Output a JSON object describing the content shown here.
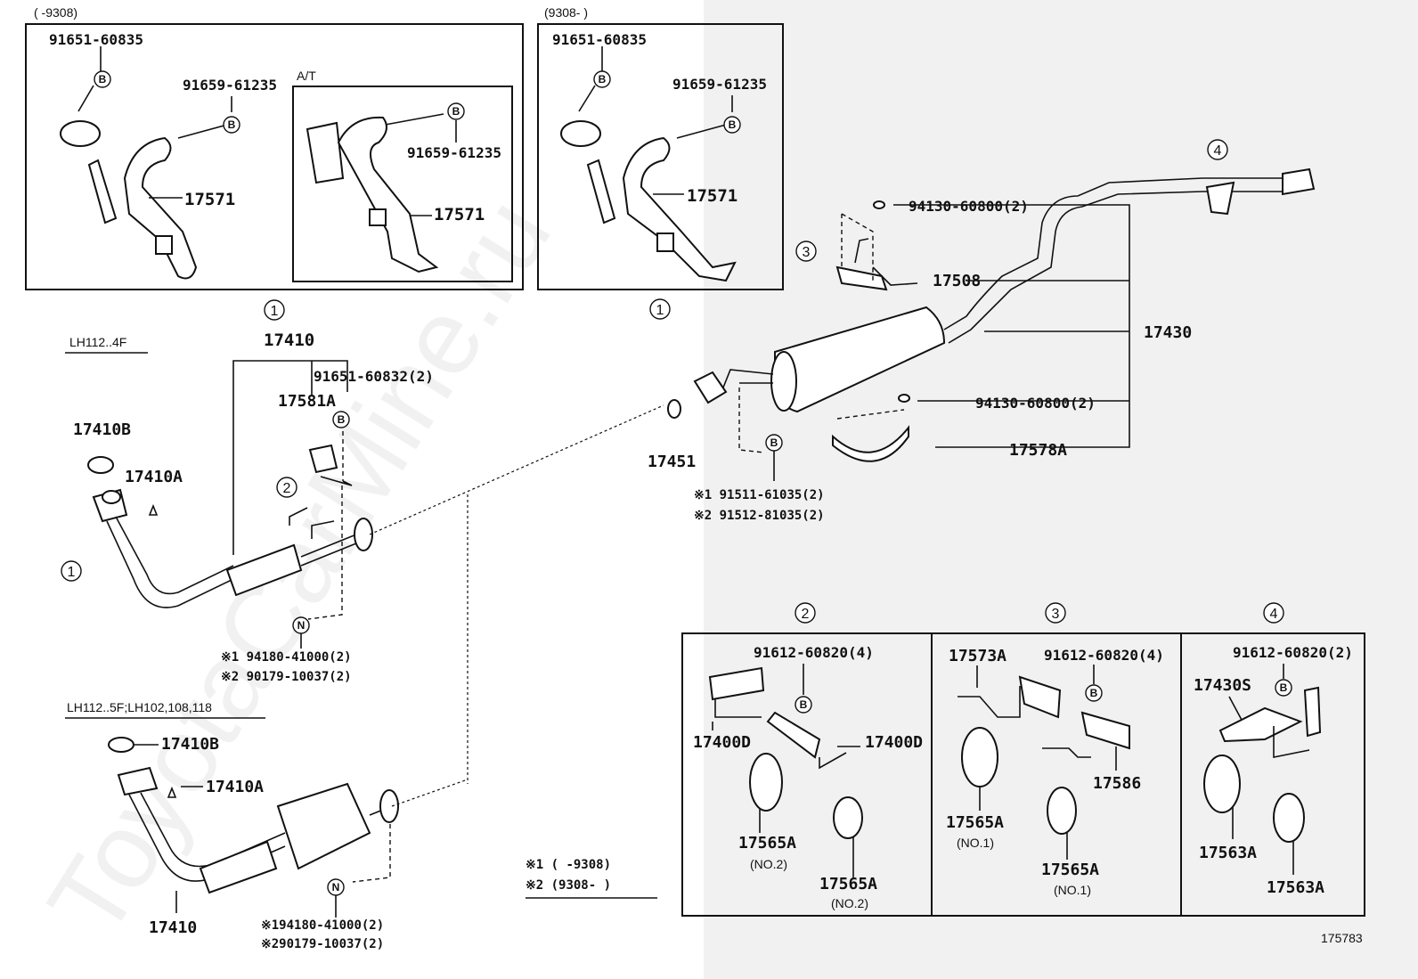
{
  "watermark": "ToyotaCarMine.ru",
  "diagram_number": "175783",
  "inset_early": {
    "date_range": "(      -9308)",
    "clamp_bolt": "91651-60835",
    "bracket_bolt": "91659-61235",
    "bracket": "17571",
    "at_label": "A/T",
    "at_bolt": "91659-61235",
    "at_bracket": "17571",
    "callout": "1"
  },
  "inset_late": {
    "date_range": "(9308-      )",
    "clamp_bolt": "91651-60835",
    "bracket_bolt": "91659-61235",
    "bracket": "17571",
    "callout": "1"
  },
  "front_pipe_4f": {
    "model_label": "LH112..4F",
    "pipe": "17410",
    "clamp_bolt": "91651-60832(2)",
    "bracket": "17581A",
    "gasket_b": "17410B",
    "gasket_a": "17410A",
    "callout_2": "2",
    "callout_1": "1",
    "nut_1": "※1 94180-41000(2)",
    "nut_2": "※2 90179-10037(2)"
  },
  "front_pipe_5f": {
    "model_label": "LH112..5F;LH102,108,118",
    "gasket_b": "17410B",
    "gasket_a": "17410A",
    "pipe": "17410",
    "nut_1": "※194180-41000(2)",
    "nut_2": "※290179-10037(2)"
  },
  "footnotes": [
    "※1 (      -9308)",
    "※2 (9308-      )"
  ],
  "tail_assembly": {
    "callout_4": "4",
    "callout_3": "3",
    "nut_upper": "94130-60800(2)",
    "hanger": "17508",
    "tail_pipe": "17430",
    "gasket": "17451",
    "nut_lower": "94130-60800(2)",
    "heat_shield": "17578A",
    "bolt_1": "※1 91511-61035(2)",
    "bolt_2": "※2 91512-81035(2)"
  },
  "detail_boxes": [
    {
      "callout": "2",
      "bolt": "91612-60820(4)",
      "parts": [
        "17400D",
        "17400D",
        "17565A",
        "(NO.2)",
        "17565A",
        "(NO.2)"
      ]
    },
    {
      "callout": "3",
      "bolt": "91612-60820(4)",
      "parts": [
        "17573A",
        "17586",
        "17565A",
        "(NO.1)",
        "17565A",
        "(NO.1)"
      ]
    },
    {
      "callout": "4",
      "bolt": "91612-60820(2)",
      "parts": [
        "17430S",
        "17563A",
        "17563A"
      ]
    }
  ],
  "bolt_symbol": "B",
  "nut_symbol": "N"
}
